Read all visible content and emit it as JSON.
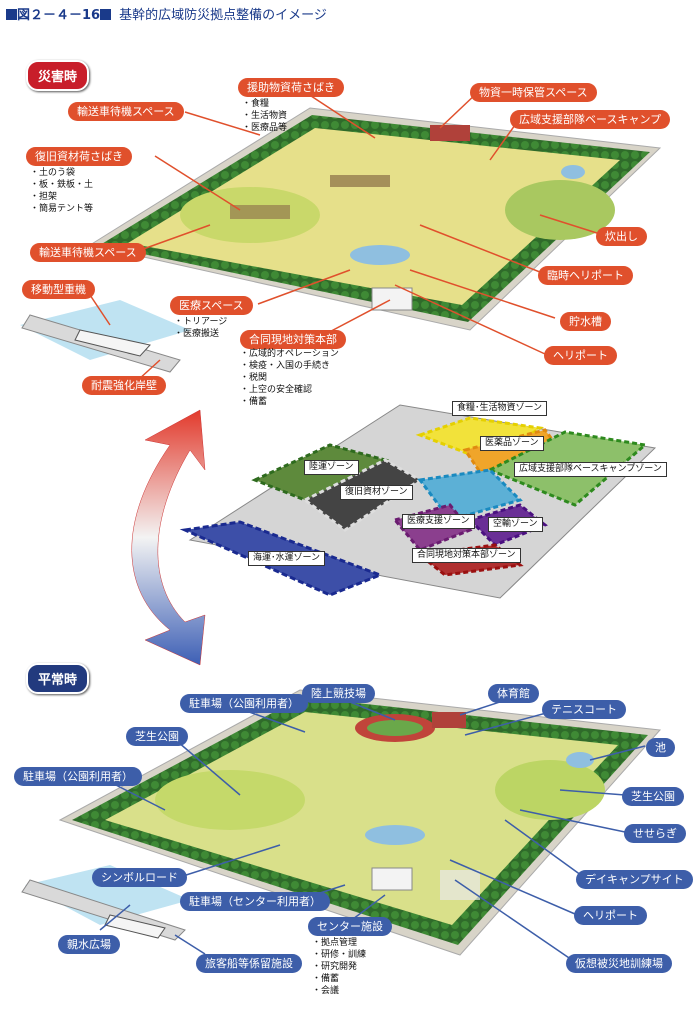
{
  "figure_title": {
    "number": "図２－４－16",
    "text": "基幹的広域防災拠点整備のイメージ"
  },
  "disaster": {
    "heading": "災害時",
    "labels": {
      "transport_wait_1": "輸送車待機スペース",
      "relief_sorting": "援助物資荷さばき",
      "relief_items": "・食糧\n・生活物資\n・医療品等",
      "temp_storage": "物資一時保管スペース",
      "wide_support_camp": "広域支援部隊ベースキャンプ",
      "recovery_sorting": "復旧資材荷さばき",
      "recovery_items": "・土のう袋\n・板・鉄板・土\n・担架\n・簡易テント等",
      "transport_wait_2": "輸送車待機スペース",
      "cooking": "炊出し",
      "temp_heliport": "臨時ヘリポート",
      "mobile_crane": "移動型重機",
      "medical_space": "医療スペース",
      "medical_items": "・トリアージ\n・医療搬送",
      "water_tank": "貯水槽",
      "joint_hq": "合同現地対策本部",
      "hq_items": "・広域的オペレーション\n・検疫・入国の手続き\n・税関\n・上空の安全確認\n・備蓄",
      "heliport": "ヘリポート",
      "quake_wharf": "耐震強化岸壁"
    },
    "zones": {
      "food": "食糧･生活物資ゾーン",
      "medicine": "医薬品ゾーン",
      "land_transport": "陸運ゾーン",
      "support_camp": "広域支援部隊ベースキャンプゾーン",
      "recovery": "復旧資材ゾーン",
      "medical_support": "医療支援ゾーン",
      "air_transport": "空輸ゾーン",
      "joint_hq": "合同現地対策本部ゾーン",
      "sea_transport": "海運･水運ゾーン"
    }
  },
  "normal": {
    "heading": "平常時",
    "labels": {
      "parking_public_1": "駐車場（公園利用者）",
      "track_field": "陸上競技場",
      "gym": "体育館",
      "tennis": "テニスコート",
      "lawn_park_1": "芝生公園",
      "pond": "池",
      "parking_public_2": "駐車場（公園利用者）",
      "lawn_park_2": "芝生公園",
      "stream": "せせらぎ",
      "symbol_road": "シンボルロード",
      "day_camp": "デイキャンプサイト",
      "parking_center": "駐車場（センター利用者）",
      "heliport": "ヘリポート",
      "waterfront_plaza": "親水広場",
      "center_facility": "センター施設",
      "center_items": "・拠点管理\n・研修・訓練\n・研究開発\n・備蓄\n・会議",
      "training_ground": "仮想被災地訓練場",
      "ship_mooring": "旅客船等係留施設"
    }
  },
  "colors": {
    "disaster_accent": "#c81e2a",
    "normal_accent": "#223a7e",
    "disaster_label": "#e0502c",
    "normal_label": "#3d5ea9"
  }
}
